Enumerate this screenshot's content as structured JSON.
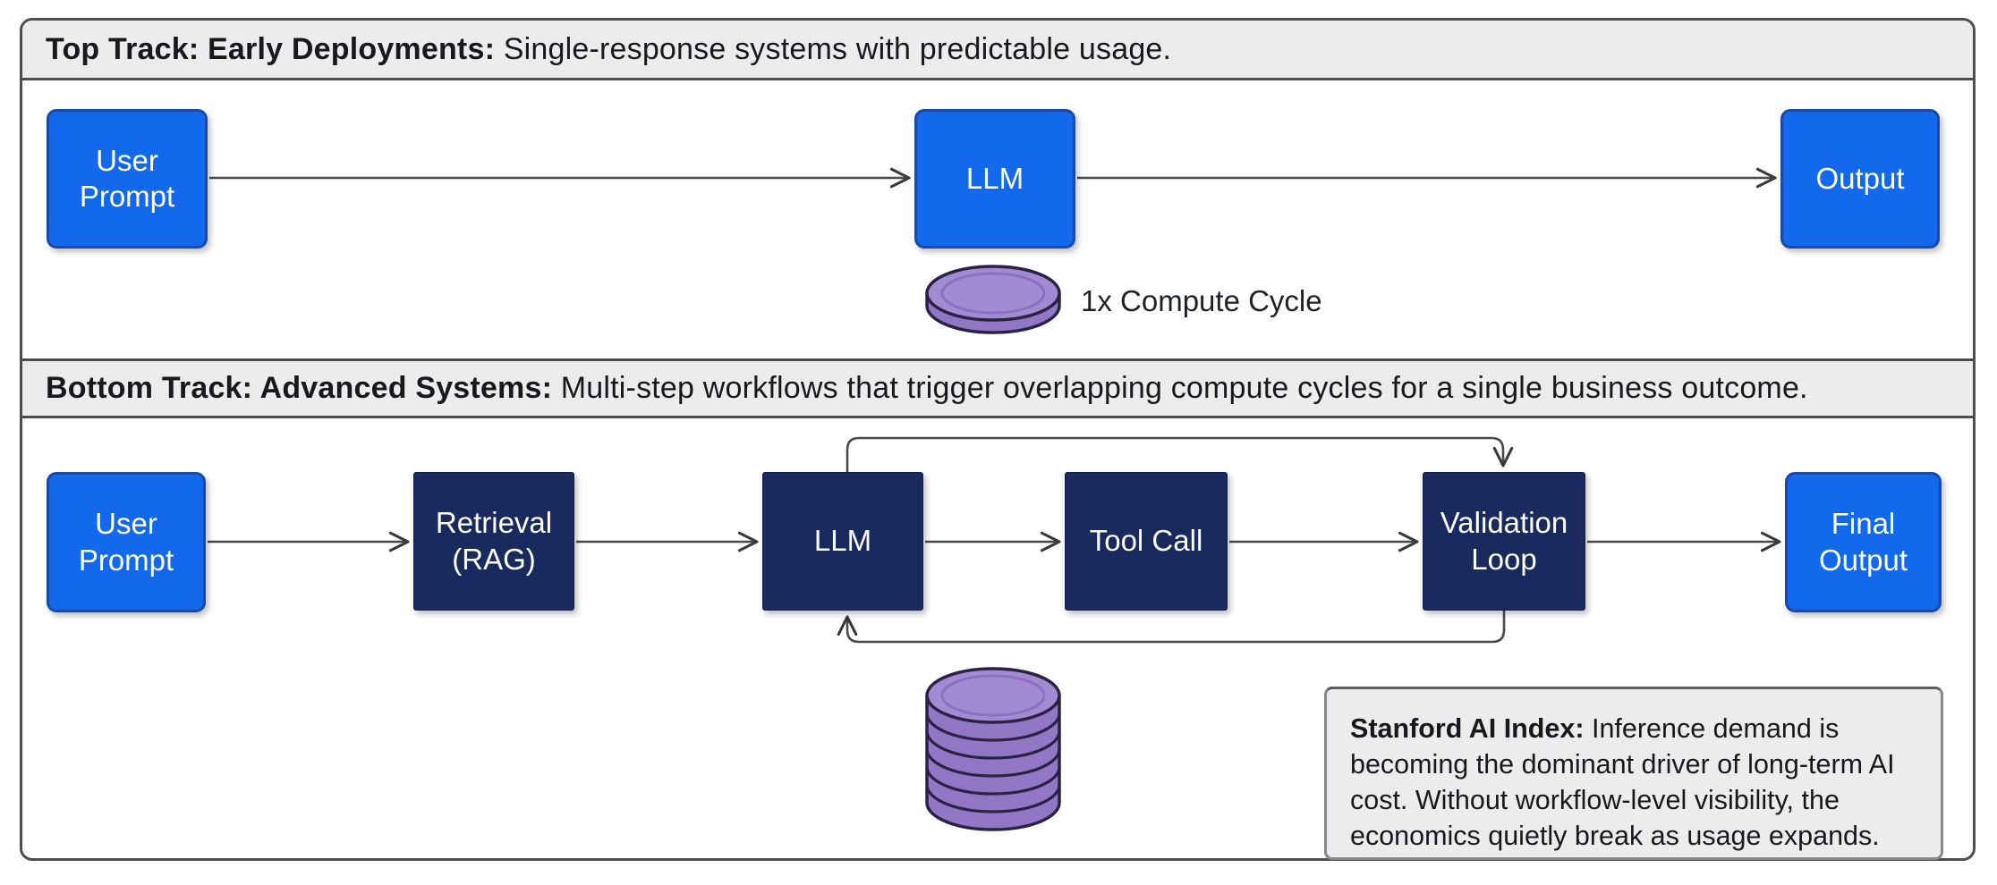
{
  "top_track": {
    "header_bold": "Top Track: Early Deployments:",
    "header_rest": " Single-response systems with predictable usage.",
    "nodes": [
      {
        "id": "user-prompt",
        "label": "User Prompt",
        "style": "blue"
      },
      {
        "id": "llm",
        "label": "LLM",
        "style": "blue"
      },
      {
        "id": "output",
        "label": "Output",
        "style": "blue"
      }
    ],
    "edges": [
      {
        "from": "user-prompt",
        "to": "llm"
      },
      {
        "from": "llm",
        "to": "output"
      }
    ],
    "compute_label": "1x Compute Cycle",
    "compute_icon": "coin-icon"
  },
  "bottom_track": {
    "header_bold": "Bottom Track: Advanced Systems:",
    "header_rest": " Multi-step workflows that trigger overlapping compute cycles for a single business outcome.",
    "nodes": [
      {
        "id": "user-prompt",
        "label": "User Prompt",
        "style": "blue"
      },
      {
        "id": "retrieval-rag",
        "label": "Retrieval (RAG)",
        "style": "navy"
      },
      {
        "id": "llm",
        "label": "LLM",
        "style": "navy"
      },
      {
        "id": "tool-call",
        "label": "Tool Call",
        "style": "navy"
      },
      {
        "id": "validation-loop",
        "label": "Validation Loop",
        "style": "navy"
      },
      {
        "id": "final-output",
        "label": "Final Output",
        "style": "blue"
      }
    ],
    "edges": [
      {
        "from": "user-prompt",
        "to": "retrieval-rag"
      },
      {
        "from": "retrieval-rag",
        "to": "llm"
      },
      {
        "from": "llm",
        "to": "tool-call"
      },
      {
        "from": "tool-call",
        "to": "validation-loop"
      },
      {
        "from": "validation-loop",
        "to": "final-output"
      },
      {
        "from": "llm",
        "to": "validation-loop",
        "kind": "loop-over-top"
      },
      {
        "from": "validation-loop",
        "to": "llm",
        "kind": "loop-under-bottom"
      }
    ],
    "compute_icon": "coin-stack-icon",
    "callout_bold": "Stanford AI Index:",
    "callout_rest": " Inference demand is becoming the dominant driver of long-term AI cost. Without workflow-level visibility, the economics quietly break as usage expands."
  },
  "colors": {
    "blue_node": "#1269ec",
    "blue_node_border": "#1a4aa8",
    "navy_node": "#192a5e",
    "band_background": "#ececee",
    "band_border": "#4d4d52",
    "wire": "#4a4a4a",
    "coin_top": "#a38bd3",
    "coin_side": "#9177c6",
    "coin_outline": "#2a2344",
    "callout_background": "#ececee",
    "text_dark": "#17191c",
    "node_text": "#ffffff"
  }
}
